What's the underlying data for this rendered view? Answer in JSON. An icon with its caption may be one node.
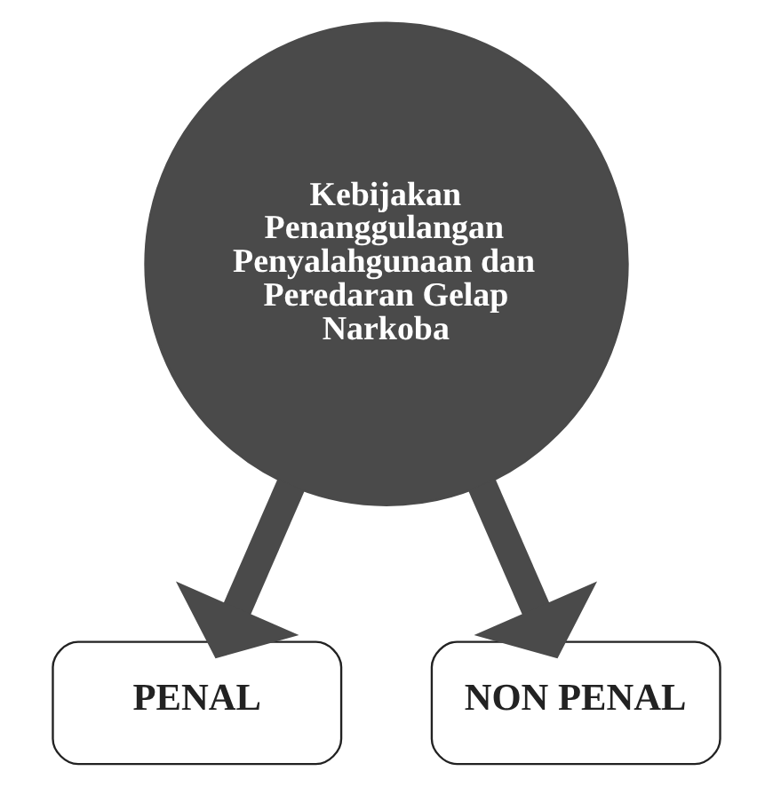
{
  "diagram": {
    "nodes": [
      {
        "text": [
          "Kebijakan Penanggulangan Penyalahgunaan dan Peredaran Gelap Narkoba"
        ]
      },
      {
        "text": [
          "PENAL"
        ]
      },
      {
        "text": [
          "NON PENAL"
        ]
      }
    ],
    "edges": [
      {
        "from": 0,
        "to": 1,
        "arrow": "to"
      },
      {
        "from": 0,
        "to": 2,
        "arrow": "to"
      }
    ]
  }
}
